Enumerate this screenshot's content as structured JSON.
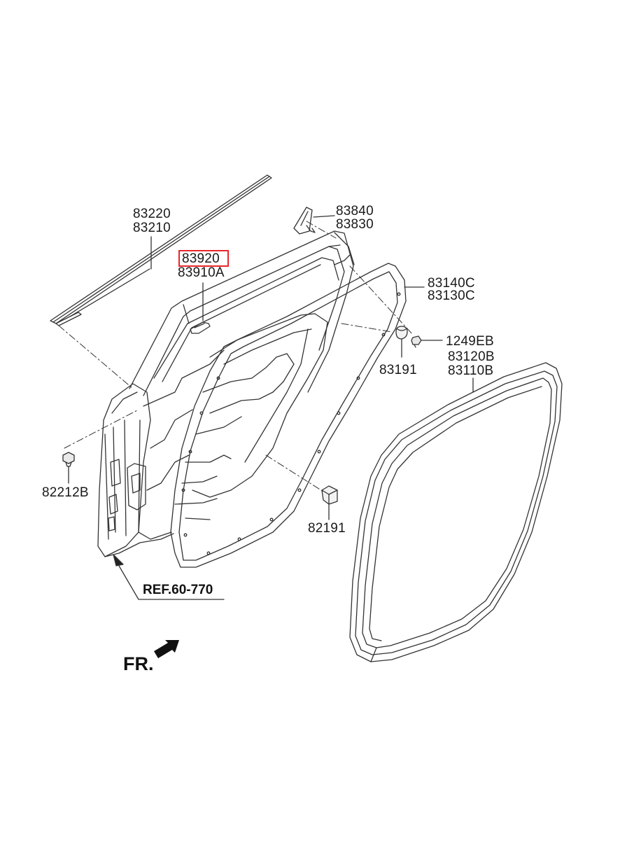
{
  "labels": {
    "p83220": "83220",
    "p83210": "83210",
    "p83920": "83920",
    "p83910a": "83910A",
    "p83840": "83840",
    "p83830": "83830",
    "p83140c": "83140C",
    "p83130c": "83130C",
    "p1249eb": "1249EB",
    "p83191": "83191",
    "p83120b": "83120B",
    "p83110b": "83110B",
    "p82212b": "82212B",
    "p82191": "82191",
    "ref": "REF.60-770",
    "fr": "FR."
  },
  "highlight_color": "#e8262b",
  "highlighted_part": "83920"
}
